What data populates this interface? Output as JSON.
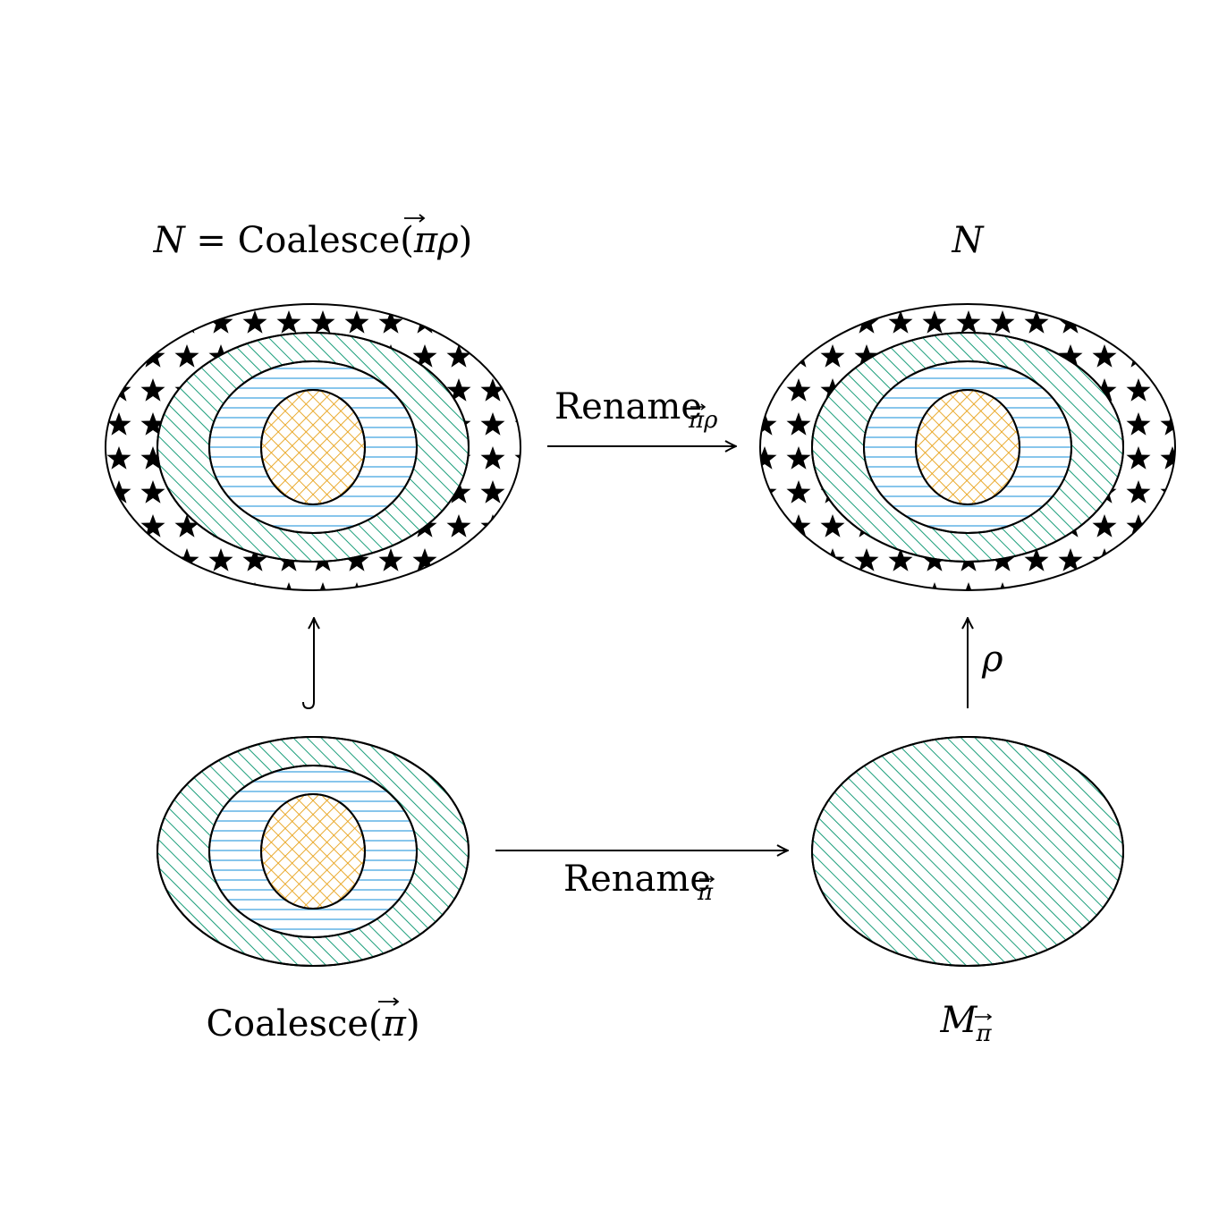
{
  "colors": {
    "stars": "#000000",
    "hatch_green": "#1a9e7a",
    "lines_blue": "#6bb8e8",
    "crosshatch_orange": "#e8a21a",
    "outline": "#000000"
  },
  "nodes": {
    "top_left": {
      "label_N": "N",
      "label_eq": " = Coalesce(",
      "label_pi": "π",
      "label_arrow": "⃗",
      "label_rho": "ρ",
      "label_close": ")",
      "layers": [
        "stars",
        "diagonal-hatch",
        "horizontal-lines",
        "crosshatch"
      ]
    },
    "top_right": {
      "label": "N",
      "layers": [
        "stars",
        "diagonal-hatch",
        "horizontal-lines",
        "crosshatch"
      ]
    },
    "bottom_left": {
      "label_prefix": "Coalesce(",
      "label_pi": "π",
      "label_close": ")",
      "layers": [
        "diagonal-hatch",
        "horizontal-lines",
        "crosshatch"
      ]
    },
    "bottom_right": {
      "label_main": "M",
      "label_sub": "π",
      "layers": [
        "diagonal-hatch"
      ]
    }
  },
  "edges": {
    "top": {
      "label_main": "Rename",
      "label_sub_pi": "π",
      "label_sub_rho": "ρ"
    },
    "bottom": {
      "label_main": "Rename",
      "label_sub_pi": "π"
    },
    "right": {
      "label": "ρ"
    },
    "left": {
      "label": "",
      "kind": "inclusion"
    }
  }
}
